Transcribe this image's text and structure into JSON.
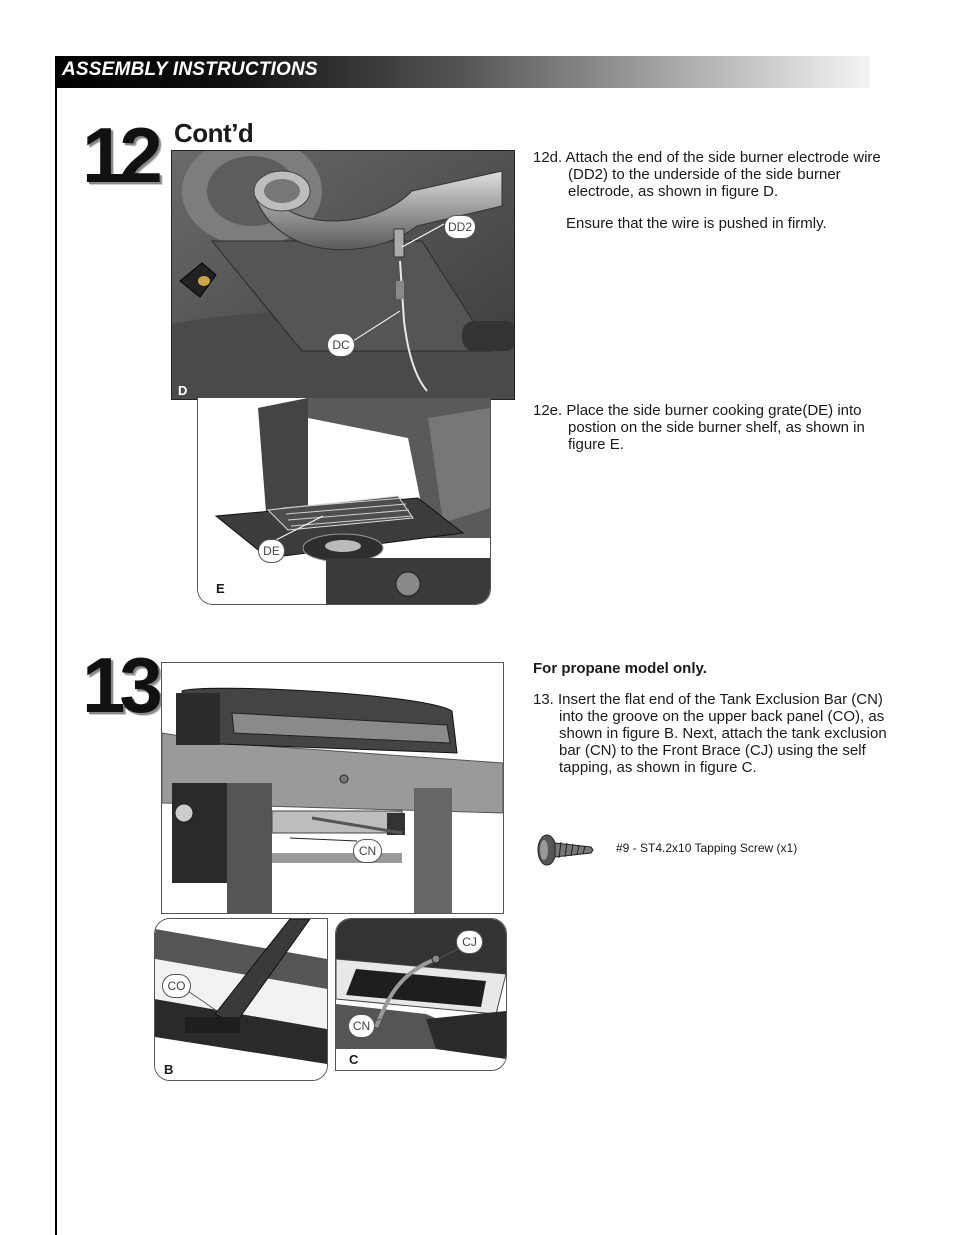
{
  "header": {
    "title": "ASSEMBLY INSTRUCTIONS"
  },
  "step12": {
    "number": "12",
    "contd": "Cont’d",
    "d_text_line1": "12d. Attach the end of the side burner electrode",
    "d_text_rest": "wire (DD2) to the underside of the side burner electrode, as shown in figure D.",
    "d_note": "Ensure that the wire is pushed in firmly.",
    "e_text_line1": "12e. Place the side burner cooking grate(DE)",
    "e_text_rest": "into postion on the side burner shelf, as shown in figure E.",
    "figure_d": {
      "label": "D",
      "callouts": [
        "DD2",
        "DC"
      ]
    },
    "figure_e": {
      "label": "E",
      "callouts": [
        "DE"
      ]
    }
  },
  "step13": {
    "number": "13",
    "heading": "For propane model only.",
    "text_line1": "13. Insert the flat end of the Tank Exclusion Bar",
    "text_rest": "(CN) into the groove on the upper back panel (CO), as shown in figure B.  Next, attach the tank exclusion bar (CN) to the Front Brace (CJ) using the self tapping, as shown in figure C.",
    "hardware": "#9 -  ST4.2x10 Tapping Screw (x1)",
    "figure_main": {
      "callouts": [
        "CN"
      ]
    },
    "figure_b": {
      "label": "B",
      "callouts": [
        "CO"
      ]
    },
    "figure_c": {
      "label": "C",
      "callouts": [
        "CJ",
        "CN"
      ]
    }
  }
}
